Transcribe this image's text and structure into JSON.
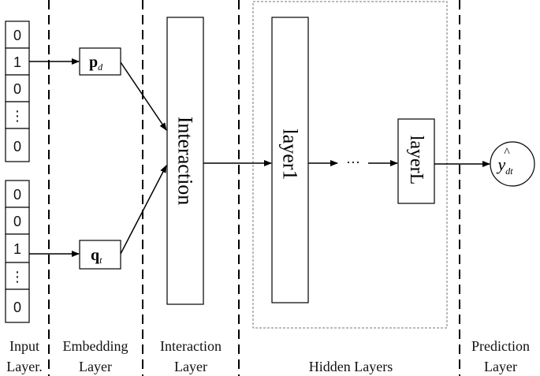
{
  "input_vector_top": [
    "0",
    "1",
    "0",
    "⋮",
    "0"
  ],
  "input_vector_bottom": [
    "0",
    "0",
    "1",
    "⋮",
    "0"
  ],
  "embedding": {
    "p": {
      "base": "p",
      "sub": "d"
    },
    "q": {
      "base": "q",
      "sub": "t"
    }
  },
  "interaction_label": "Interaction",
  "hidden": {
    "layer_first": "layer1",
    "ellipsis": "···",
    "layer_last": "layerL"
  },
  "prediction": {
    "base": "y",
    "hat": "^",
    "sub": "dt"
  },
  "column_labels": {
    "input": [
      "Input",
      "Layer."
    ],
    "embedding": [
      "Embedding",
      "Layer"
    ],
    "interaction": [
      "Interaction",
      "Layer"
    ],
    "hidden": [
      "Hidden Layers"
    ],
    "prediction": [
      "Prediction",
      "Layer"
    ]
  }
}
